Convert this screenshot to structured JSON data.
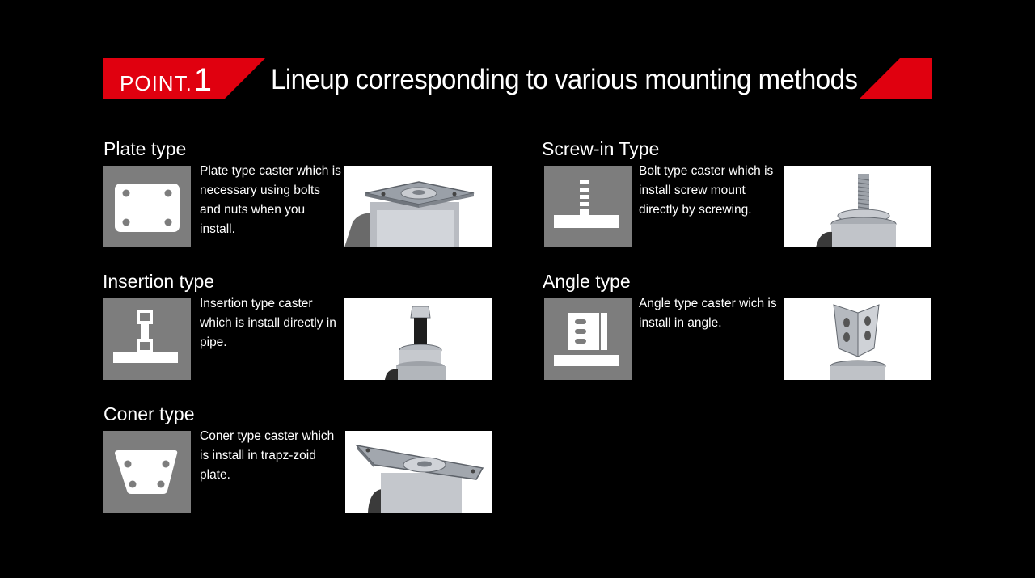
{
  "header": {
    "point_word": "POINT.",
    "point_number": "1",
    "title": "Lineup corresponding to various mounting methods",
    "accent_color": "#e0000f"
  },
  "cards": [
    {
      "title": "Plate type",
      "description": "Plate type caster which is necessary using bolts and nuts when you install.",
      "icon": "plate-mount-icon"
    },
    {
      "title": "Screw-in Type",
      "description": "Bolt type caster which is install screw mount directly by screwing.",
      "icon": "screw-mount-icon"
    },
    {
      "title": "Insertion type",
      "description": "Insertion type caster which is install directly in pipe.",
      "icon": "insertion-mount-icon"
    },
    {
      "title": "Angle type",
      "description": "Angle type caster wich is install in angle.",
      "icon": "angle-mount-icon"
    },
    {
      "title": "Coner type",
      "description": "Coner type caster which is install in trapz-zoid plate.",
      "icon": "corner-mount-icon"
    }
  ]
}
